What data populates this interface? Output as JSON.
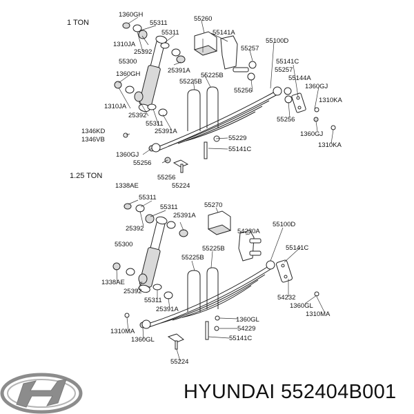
{
  "sections": [
    {
      "title": "1 TON",
      "labels": [
        "1360GH",
        "55311",
        "55260",
        "1310JA",
        "25392",
        "55311",
        "55141A",
        "55257",
        "55100D",
        "55300",
        "25391A",
        "55141C",
        "55257",
        "55225B",
        "55144A",
        "1360GH",
        "55225B",
        "1360GJ",
        "1310JA",
        "25392",
        "55256",
        "55311",
        "1310KA",
        "25391A",
        "55256",
        "1346KD",
        "55229",
        "1346VB",
        "1360GJ",
        "1360GJ",
        "55141C",
        "55256",
        "1310KA",
        "55256",
        "55224"
      ]
    },
    {
      "title": "1.25 TON",
      "labels": [
        "1338AE",
        "55311",
        "55311",
        "55270",
        "25391A",
        "25392",
        "54230A",
        "55100D",
        "55300",
        "55225B",
        "55141C",
        "55225B",
        "1338AE",
        "25392",
        "54232",
        "55311",
        "1360GL",
        "25391A",
        "1310MA",
        "1360GL",
        "1310MA",
        "54229",
        "1360GL",
        "55141C",
        "55224"
      ]
    }
  ],
  "footer": {
    "logo_name": "hyundai-logo",
    "text": "HYUNDAI 552404B001"
  }
}
